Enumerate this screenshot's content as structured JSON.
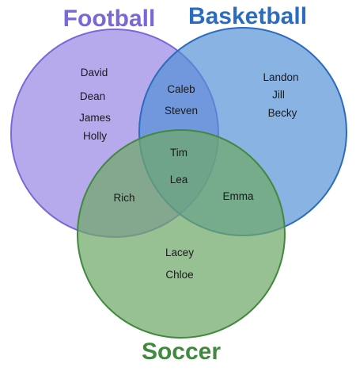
{
  "sets": {
    "football": {
      "title": "Football",
      "color": "#7b68d6",
      "fill": "#9f8ee6"
    },
    "basketball": {
      "title": "Basketball",
      "color": "#2b6cbf",
      "fill": "#4f8fd6"
    },
    "soccer": {
      "title": "Soccer",
      "color": "#3f8a3c",
      "fill": "#6fa86a"
    }
  },
  "regions": {
    "football_only": [
      "David",
      "Dean",
      "James",
      "Holly"
    ],
    "basketball_only": [
      "Landon",
      "Jill",
      "Becky"
    ],
    "football_basketball": [
      "Caleb",
      "Steven"
    ],
    "all_three": [
      "Tim",
      "Lea"
    ],
    "football_soccer": [
      "Rich"
    ],
    "basketball_soccer": [
      "Emma"
    ],
    "soccer_only": [
      "Lacey",
      "Chloe"
    ]
  }
}
